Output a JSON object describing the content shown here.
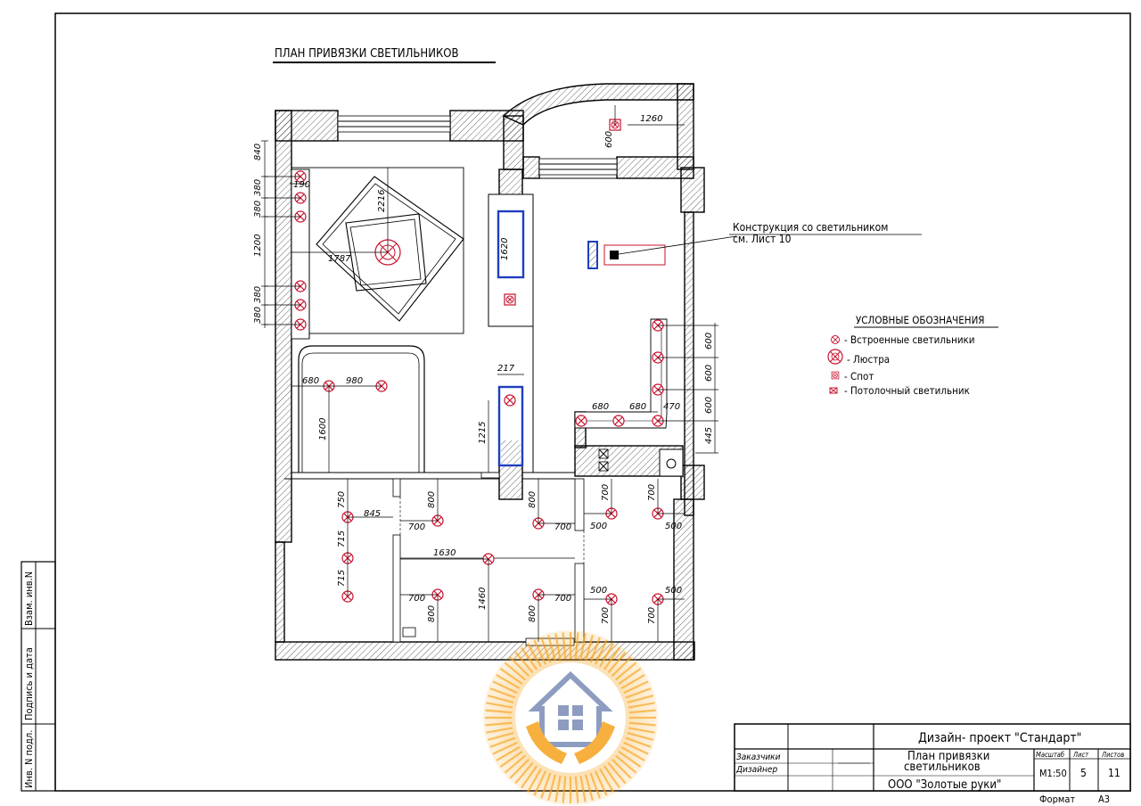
{
  "sheet": {
    "title": "ПЛАН ПРИВЯЗКИ СВЕТИЛЬНИКОВ",
    "format_label": "Формат",
    "format_value": "А3"
  },
  "annotation": {
    "line1": "Конструкция со светильником",
    "line2": "см. Лист 10"
  },
  "legend": {
    "title": "УСЛОВНЫЕ ОБОЗНАЧЕНИЯ",
    "items": [
      {
        "label": "- Встроенные светильники",
        "symbol": "builtin-light-icon"
      },
      {
        "label": "- Люстра",
        "symbol": "chandelier-icon"
      },
      {
        "label": "-  Спот",
        "symbol": "spot-icon"
      },
      {
        "label": "-  Потолочный светильник",
        "symbol": "ceiling-light-icon"
      }
    ]
  },
  "side_stamp": {
    "col1": "Взам. инв.N",
    "col2": "Подпись и дата",
    "col3": "Инв. N подл."
  },
  "title_block": {
    "project": "Дизайн- проект \"Стандарт\"",
    "customer_label": "Заказчики",
    "designer_label": "Дизайнер",
    "sheet_name_1": "План привязки",
    "sheet_name_2": "светильников",
    "company": "ООО \"Золотые руки\"",
    "scale_label": "Масштаб",
    "sheet_label": "Лист",
    "sheets_label": "Листов",
    "scale_value": "М1:50",
    "sheet_value": "5",
    "sheets_value": "11"
  },
  "dimensions": {
    "d840": "840",
    "d380a": "380",
    "d380b": "380",
    "d190": "190",
    "d1200": "1200",
    "d380c": "380",
    "d380d": "380",
    "d2216": "2216",
    "d1787": "1787",
    "d1260": "1260",
    "d600top": "600",
    "d1620": "1620",
    "d680a": "680",
    "d980": "980",
    "d1600": "1600",
    "d217": "217",
    "d1215": "1215",
    "d600r1": "600",
    "d600r2": "600",
    "d600r3": "600",
    "d445": "445",
    "d680b": "680",
    "d680c": "680",
    "d470": "470",
    "d750": "750",
    "d845": "845",
    "d715a": "715",
    "d715b": "715",
    "d800a": "800",
    "d700a": "700",
    "d800b": "800",
    "d700b": "700",
    "d700c": "700",
    "d700d": "700",
    "d500a": "500",
    "d500b": "500",
    "d1630": "1630",
    "d1460": "1460",
    "d700e": "700",
    "d800c": "800",
    "d800d": "800",
    "d700f": "700",
    "d500c": "500",
    "d500d": "500",
    "d700g": "700",
    "d700h": "700"
  },
  "colors": {
    "lamp": "#c8102e",
    "structure": "#1f3fbf",
    "logo": "#f6a31c"
  }
}
